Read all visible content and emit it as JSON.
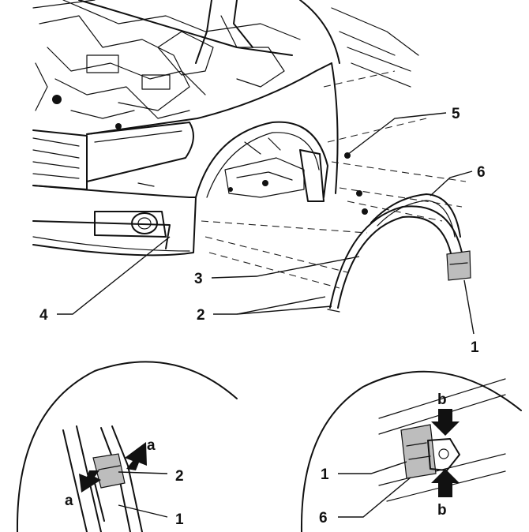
{
  "callouts": {
    "main": [
      "5",
      "6",
      "3",
      "4",
      "2",
      "1"
    ],
    "detail_left": [
      "a",
      "2",
      "a",
      "1"
    ],
    "detail_right": [
      "b",
      "1",
      "6",
      "b"
    ]
  }
}
